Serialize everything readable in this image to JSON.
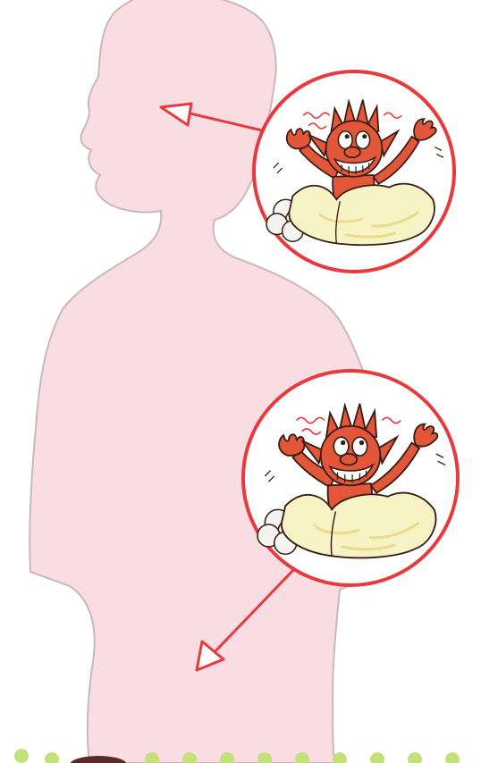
{
  "colors": {
    "background": "#ffffff",
    "silhouette_fill": "#f9dde2",
    "silhouette_stroke": "#c9b8bc",
    "circle_border": "#e8393e",
    "arrow": "#e8393e",
    "goblin_skin": "#e2563a",
    "goblin_outline": "#3a1d12",
    "blanket": "#f8f3c4",
    "blanket_shadow": "#e9dc8f",
    "dust_cloud": "#f4f4f0",
    "dots": "#c4e07a",
    "dark_object": "#5a2a2a"
  },
  "callouts": [
    {
      "label": "upper-goblin-illustration",
      "target": "head"
    },
    {
      "label": "lower-goblin-illustration",
      "target": "abdomen"
    }
  ],
  "icons": {
    "figure": "human-silhouette-icon",
    "goblin": "goblin-icon",
    "arrow": "arrow-icon"
  }
}
